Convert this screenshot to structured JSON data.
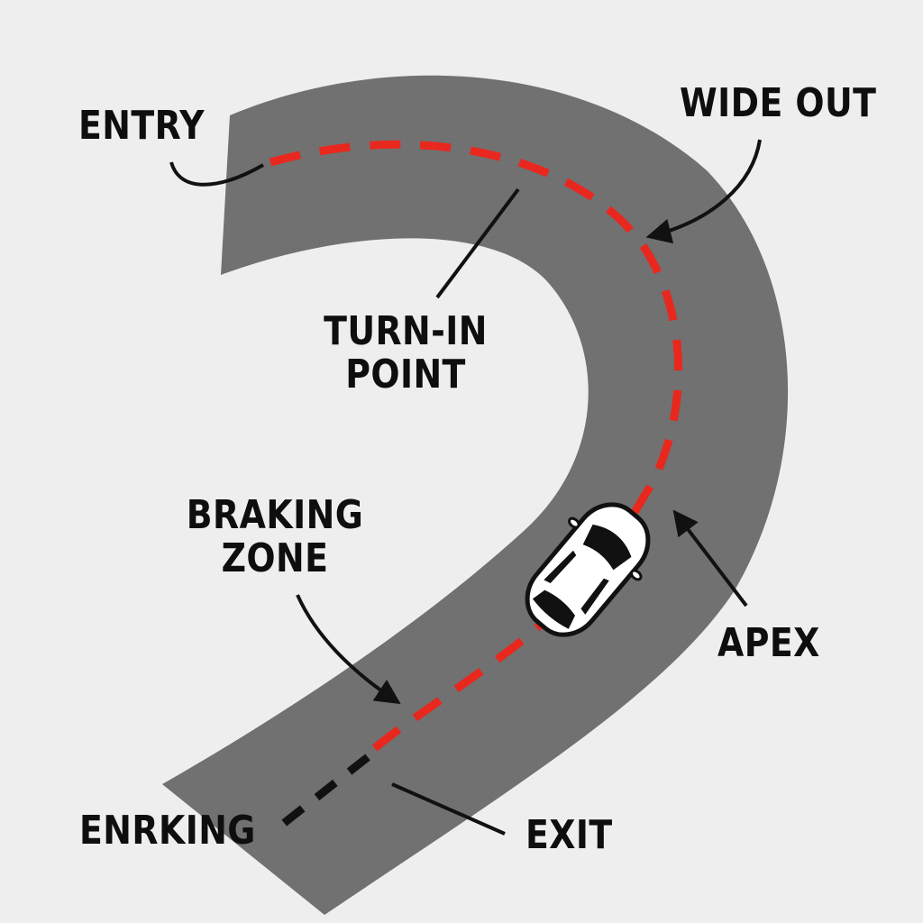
{
  "labels": {
    "entry": "ENTRY",
    "wide_out": "WIDE OUT",
    "turn_in_line1": "TURN-IN",
    "turn_in_line2": "POINT",
    "braking_line1": "BRAKING",
    "braking_line2": "ZONE",
    "apex": "APEX",
    "enrking": "ENRKING",
    "exit": "EXIT"
  },
  "colors": {
    "background": "#eeeeee",
    "road": "#6e6e6e",
    "racing_line": "#e8281e",
    "exit_line": "#111111",
    "text": "#0e0e0e",
    "car_body": "#ffffff",
    "car_glass": "#111111"
  },
  "icons": [
    "car-icon"
  ]
}
